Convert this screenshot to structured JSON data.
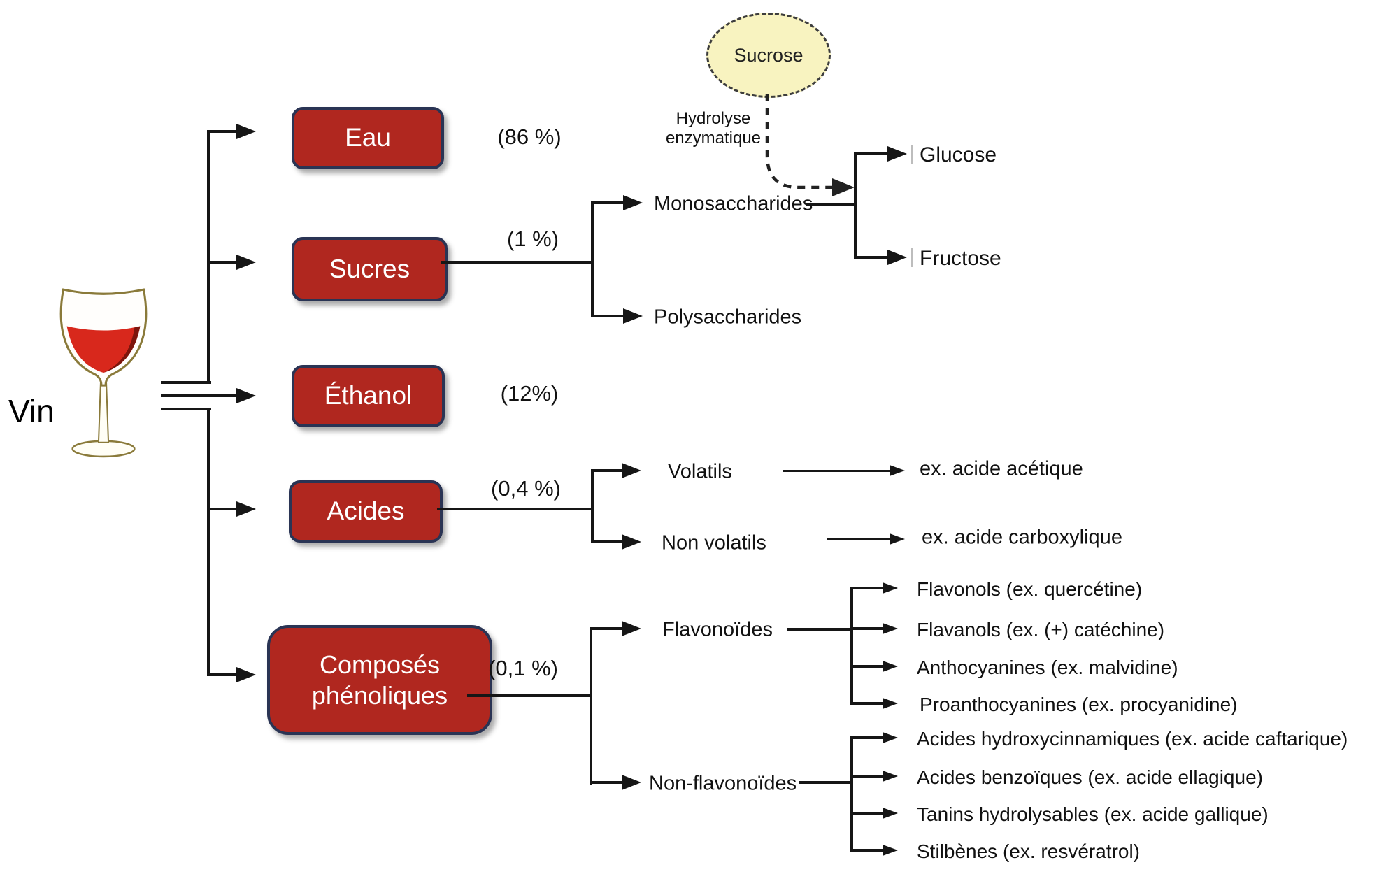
{
  "root": {
    "label": "Vin"
  },
  "sucrose_bubble": {
    "label": "Sucrose",
    "process_line1": "Hydrolyse",
    "process_line2": "enzymatique"
  },
  "branches": {
    "eau": {
      "label": "Eau",
      "pct": "(86 %)"
    },
    "sucres": {
      "label": "Sucres",
      "pct": "(1 %)",
      "monosaccharides": {
        "label": "Monosaccharides",
        "children": [
          "Glucose",
          "Fructose"
        ]
      },
      "polysaccharides": {
        "label": "Polysaccharides"
      }
    },
    "ethanol": {
      "label": "Éthanol",
      "pct": "(12%)"
    },
    "acides": {
      "label": "Acides",
      "pct": "(0,4 %)",
      "volatils": {
        "label": "Volatils",
        "example": "ex. acide acétique"
      },
      "non_volatils": {
        "label": "Non volatils",
        "example": "ex. acide carboxylique"
      }
    },
    "phenoliques": {
      "label": "Composés phénoliques",
      "pct": "(0,1 %)",
      "flavonoides": {
        "label": "Flavonoïdes",
        "items": [
          "Flavonols (ex. quercétine)",
          "Flavanols (ex. (+) catéchine)",
          "Anthocyanines (ex. malvidine)",
          "Proanthocyanines (ex. procyanidine)"
        ]
      },
      "non_flavonoides": {
        "label": "Non-flavonoïdes",
        "items": [
          "Acides hydroxycinnamiques (ex. acide caftarique)",
          "Acides benzoïques (ex. acide ellagique)",
          "Tanins hydrolysables (ex. acide gallique)",
          "Stilbènes (ex. resvératrol)"
        ]
      }
    }
  },
  "colors": {
    "box_fill": "#b0271f",
    "box_border": "#2a3454",
    "box_text": "#ffffff",
    "sucrose_fill": "#f8f3c0",
    "line": "#161616",
    "wine": "#d8281c"
  }
}
